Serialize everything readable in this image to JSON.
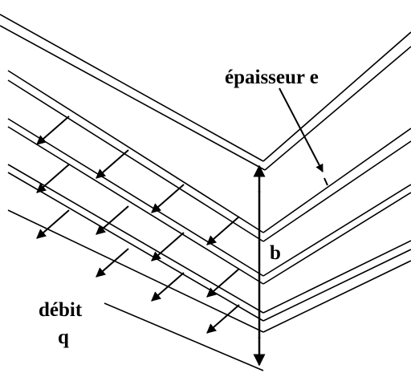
{
  "labels": {
    "thickness": "épaisseur e",
    "height": "b",
    "flow_line1": "débit",
    "flow_line2": "q"
  },
  "colors": {
    "stroke": "#000000",
    "background": "#ffffff"
  }
}
